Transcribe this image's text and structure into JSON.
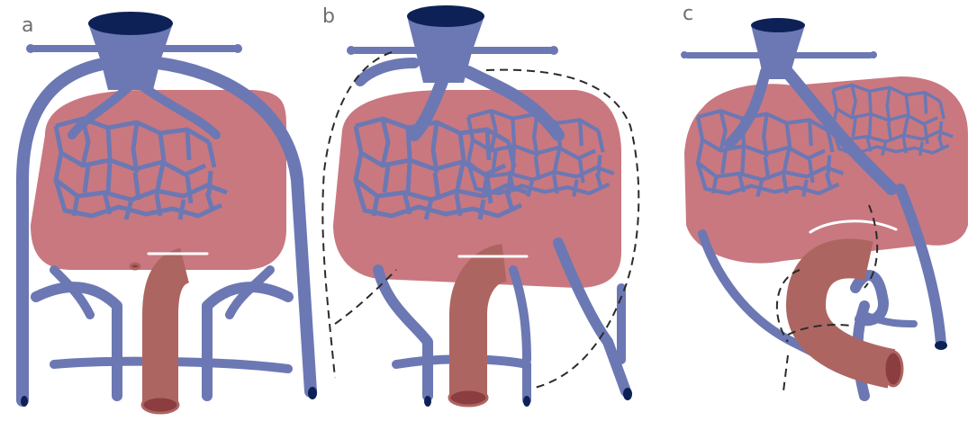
{
  "panels": [
    {
      "id": "a",
      "label": "a"
    },
    {
      "id": "b",
      "label": "b"
    },
    {
      "id": "c",
      "label": "c"
    }
  ],
  "colors": {
    "vein": "#6c78b3",
    "organ": "#c97880",
    "artery": "#ad6561",
    "artery_lumen": "#8c3d40",
    "cavity": "#0d2157",
    "dashed_outline": "#2b2b2b"
  }
}
